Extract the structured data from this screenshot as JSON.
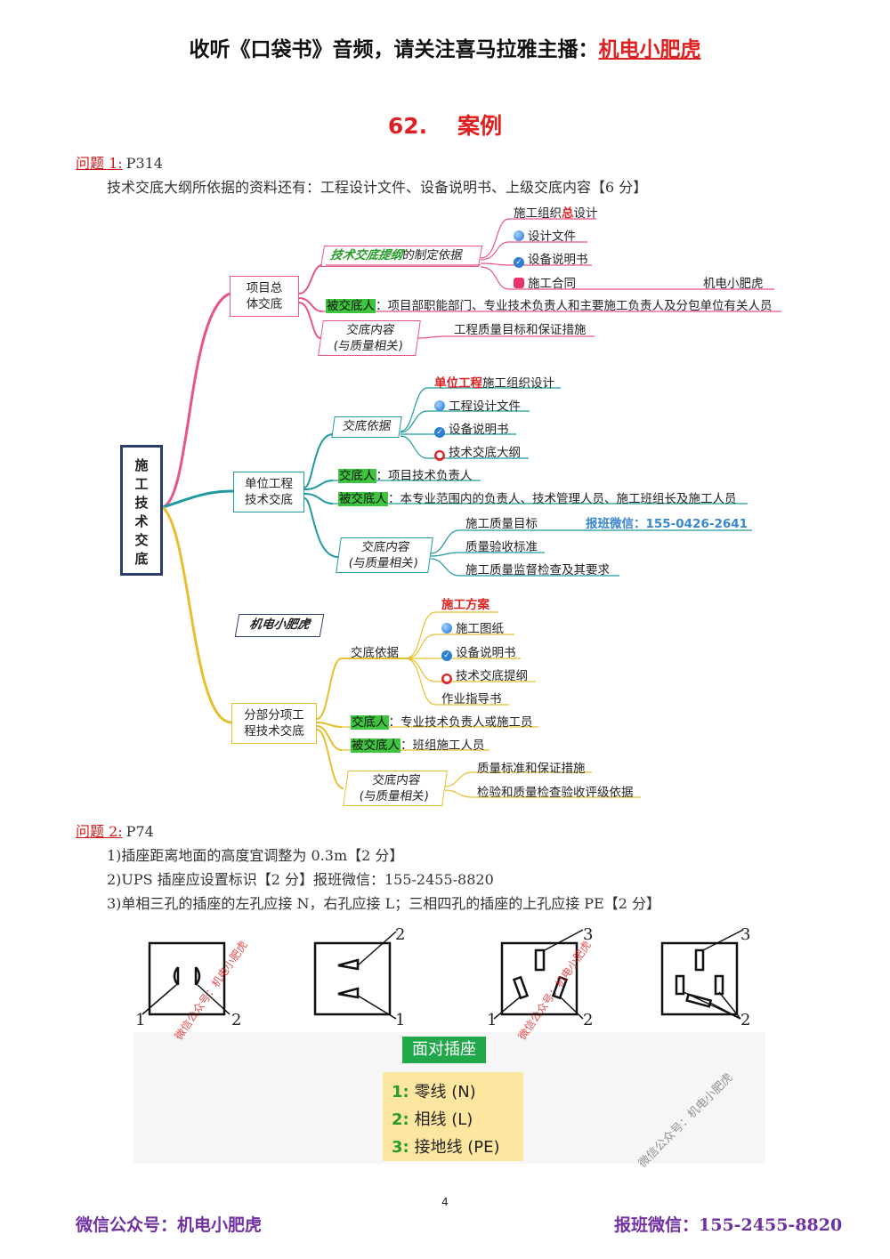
{
  "header": {
    "prefix": "收听《口袋书》音频，请关注喜马拉雅主播：",
    "highlight": "机电小肥虎"
  },
  "title": {
    "number": "62.",
    "text": "案例"
  },
  "q1": {
    "label": "问题 1:",
    "ref": "P314",
    "answer": "技术交底大纲所依据的资料还有：工程设计文件、设备说明书、上级交底内容【6 分】"
  },
  "mindmap": {
    "root": [
      "施",
      "工",
      "技",
      "术",
      "交",
      "底"
    ],
    "b1": {
      "label_l1": "项目总",
      "label_l2": "体交底",
      "basis_box_hl": "技术交底提纲",
      "basis_box_rest": "的制定依据",
      "basis_items": {
        "i1_a": "施工组织",
        "i1_b": "总",
        "i1_c": "设计",
        "i2": "设计文件",
        "i3": "设备说明书",
        "i4": "施工合同"
      },
      "watermark": "机电小肥虎",
      "receiver_label": "被交底人",
      "receiver_text": "：项目部职能部门、专业技术负责人和主要施工负责人及分包单位有关人员",
      "content_l1": "交底内容",
      "content_l2": "(与质量相关)",
      "content_item": "工程质量目标和保证措施"
    },
    "b2": {
      "label_l1": "单位工程",
      "label_l2": "技术交底",
      "basis_box": "交底依据",
      "basis_items": {
        "i1_a": "单位工程",
        "i1_b": "施工组织设计",
        "i2": "工程设计文件",
        "i3": "设备说明书",
        "i4": "技术交底大纲"
      },
      "giver_label": "交底人",
      "giver_text": "：项目技术负责人",
      "receiver_label": "被交底人",
      "receiver_text": "：本专业范围内的负责人、技术管理人员、施工班组长及施工人员",
      "content_l1": "交底内容",
      "content_l2": "(与质量相关)",
      "content_items": [
        "施工质量目标",
        "质量验收标准",
        "施工质量监督检查及其要求"
      ],
      "promo": "报班微信：155-0426-2641"
    },
    "b3": {
      "tag": "机电小肥虎",
      "label_l1": "分部分项工",
      "label_l2": "程技术交底",
      "basis_box": "交底依据",
      "basis_items": {
        "i1": "施工方案",
        "i2": "施工图纸",
        "i3": "设备说明书",
        "i4": "技术交底提纲",
        "i5": "作业指导书"
      },
      "giver_label": "交底人",
      "giver_text": "：专业技术负责人或施工员",
      "receiver_label": "被交底人",
      "receiver_text": "：班组施工人员",
      "content_l1": "交底内容",
      "content_l2": "(与质量相关)",
      "content_items": [
        "质量标准和保证措施",
        "检验和质量检查验收评级依据"
      ]
    }
  },
  "q2": {
    "label": "问题 2:",
    "ref": "P74",
    "lines": [
      "1)插座距离地面的高度宜调整为 0.3m【2 分】",
      "2)UPS 插座应设置标识【2 分】报班微信：155-2455-8820",
      "3)单相三孔的插座的左孔应接 N，右孔应接 L；三相四孔的插座的上孔应接 PE【2 分】"
    ]
  },
  "sockets": {
    "fig_numbers": {
      "a1": "1",
      "a2": "2",
      "b2": "2",
      "b1": "1",
      "c3": "3",
      "c1": "1",
      "c2": "2",
      "d3": "3",
      "d2": "2"
    },
    "watermarks": [
      "微信公众号：机电小肥虎",
      "微信公众号：机电小肥虎",
      "微信公众号：机电小肥虎"
    ],
    "legend_title": "面对插座",
    "legend": [
      {
        "n": "1:",
        "t": "零线 (N)"
      },
      {
        "n": "2:",
        "t": "相线 (L)"
      },
      {
        "n": "3:",
        "t": "接地线 (PE)"
      }
    ]
  },
  "page_number": "4",
  "footer": {
    "left": "微信公众号：机电小肥虎",
    "right": "报班微信：155-2455-8820"
  }
}
